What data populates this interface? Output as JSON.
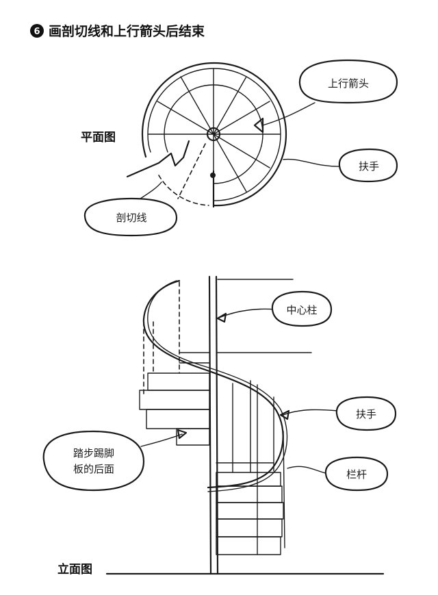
{
  "step": {
    "number": "6",
    "title": "画剖切线和上行箭头后结束"
  },
  "plan": {
    "heading": "平面图",
    "labels": {
      "up_arrow": "上行箭头",
      "handrail": "扶手",
      "section_line": "剖切线"
    }
  },
  "elevation": {
    "heading": "立面图",
    "labels": {
      "center_column": "中心柱",
      "handrail": "扶手",
      "baluster": "栏杆",
      "tread_riser_line1": "踏步踢脚",
      "tread_riser_line2": "板的后面"
    }
  }
}
